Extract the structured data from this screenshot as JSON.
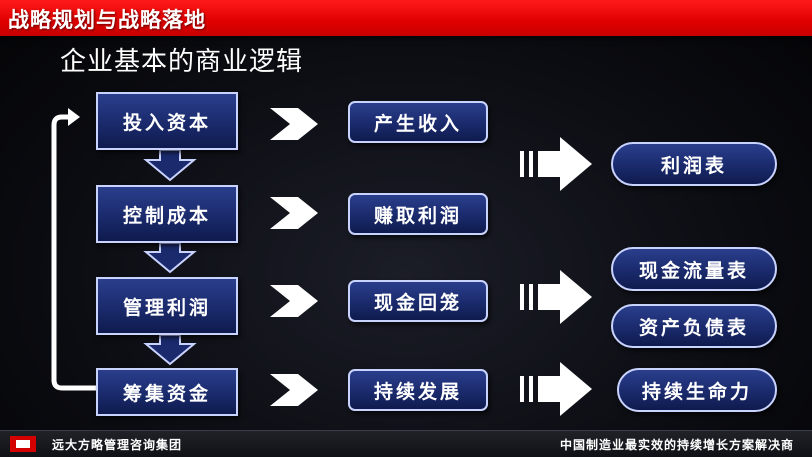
{
  "header": {
    "title": "战略规划与战略落地"
  },
  "slide": {
    "subtitle": "企业基本的商业逻辑"
  },
  "left_column": [
    {
      "label": "投入资本"
    },
    {
      "label": "控制成本"
    },
    {
      "label": "管理利润"
    },
    {
      "label": "筹集资金"
    }
  ],
  "middle_column": [
    {
      "label": "产生收入"
    },
    {
      "label": "赚取利润"
    },
    {
      "label": "现金回笼"
    },
    {
      "label": "持续发展"
    }
  ],
  "right_column": [
    {
      "label": "利润表"
    },
    {
      "label": "现金流量表"
    },
    {
      "label": "资产负债表"
    },
    {
      "label": "持续生命力"
    }
  ],
  "footer": {
    "company": "远大方略管理咨询集团",
    "slogan": "中国制造业最实效的持续增长方案解决商"
  },
  "colors": {
    "header_red": "#e00000",
    "box_blue": "#1a2a6c",
    "box_border": "#c9d3ff"
  }
}
